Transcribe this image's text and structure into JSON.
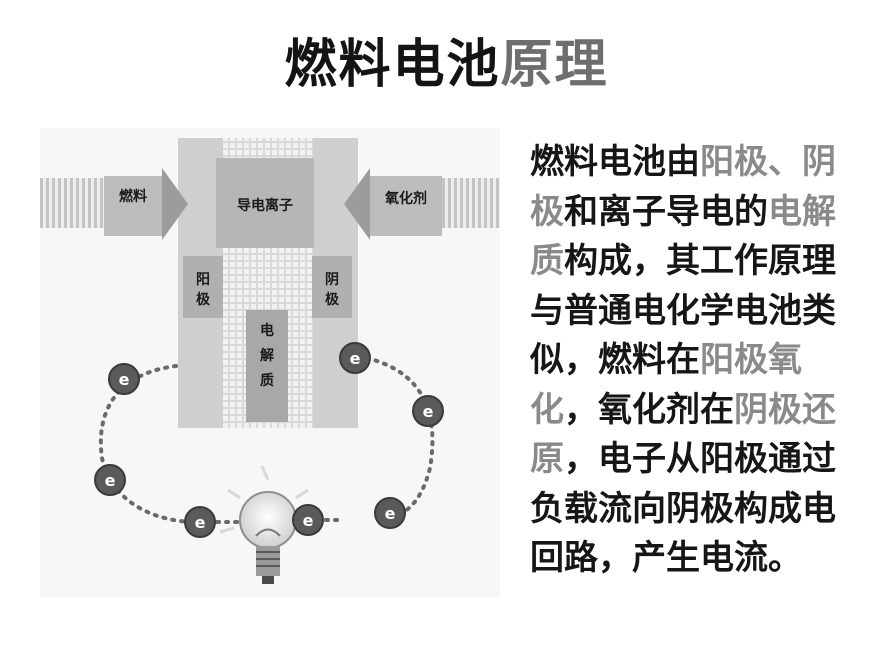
{
  "title": {
    "part1": "燃料电池",
    "part2": "原理"
  },
  "diagram": {
    "fuel_label": "燃料",
    "oxidant_label": "氧化剂",
    "conductive_ion_label": "导电离子",
    "anode_label": [
      "阳",
      "极"
    ],
    "cathode_label": [
      "阴",
      "极"
    ],
    "electrolyte_label": [
      "电",
      "解",
      "质"
    ],
    "electron_symbol": "e"
  },
  "description": [
    {
      "text": "燃料电池由",
      "dim": false
    },
    {
      "text": "阳极、阴极",
      "dim": true
    },
    {
      "text": "和离子导电的",
      "dim": false
    },
    {
      "text": "电解质",
      "dim": true
    },
    {
      "text": "构成，其工作原理与普通电化学电池类似，燃料在",
      "dim": false
    },
    {
      "text": "阳极氧化",
      "dim": true
    },
    {
      "text": "，氧化剂在",
      "dim": false
    },
    {
      "text": "阴极还原",
      "dim": true
    },
    {
      "text": "，电子从阳极通过负载流向阴极构成电回路，产生电流。",
      "dim": false
    }
  ]
}
